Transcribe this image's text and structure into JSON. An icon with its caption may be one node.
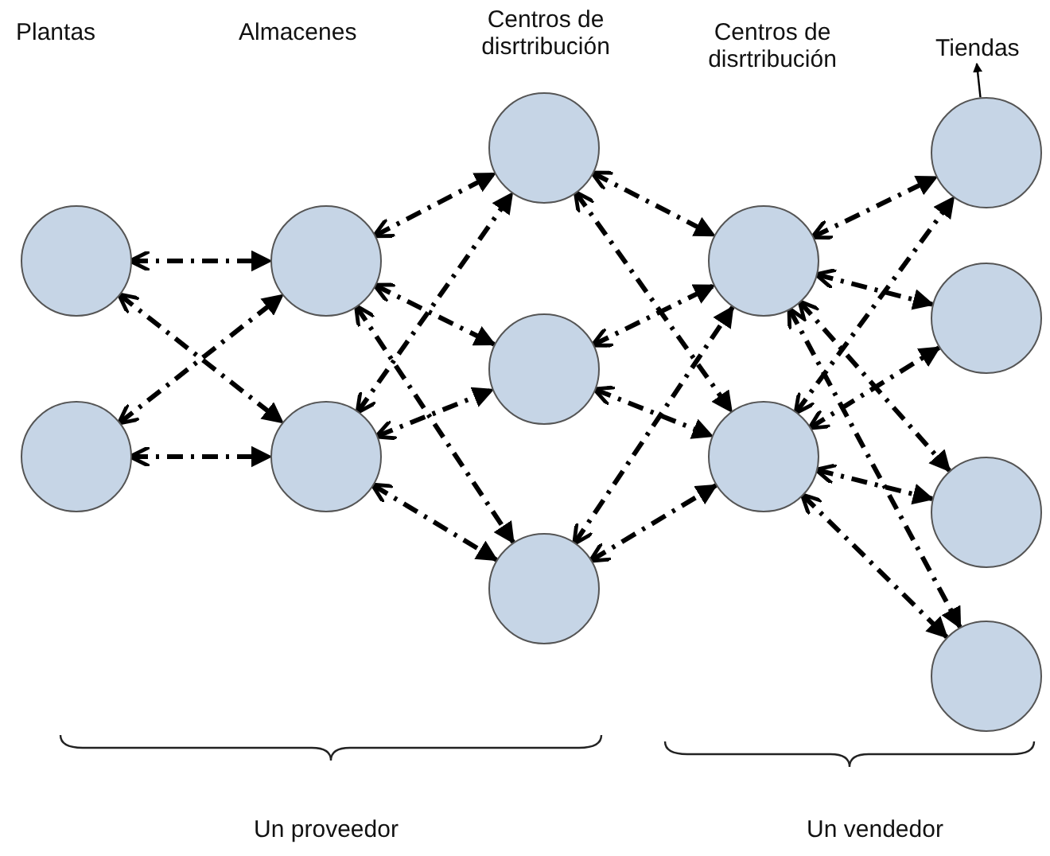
{
  "diagram": {
    "nodes": [
      {
        "text": [],
        "shape": "circle"
      },
      {
        "text": [],
        "shape": "circle"
      },
      {
        "text": [],
        "shape": "circle"
      },
      {
        "text": [],
        "shape": "circle"
      },
      {
        "text": [],
        "shape": "circle"
      },
      {
        "text": [],
        "shape": "circle"
      },
      {
        "text": [],
        "shape": "circle"
      },
      {
        "text": [],
        "shape": "circle"
      },
      {
        "text": [],
        "shape": "circle"
      },
      {
        "text": [],
        "shape": "circle"
      },
      {
        "text": [],
        "shape": "circle"
      },
      {
        "text": [],
        "shape": "circle"
      },
      {
        "text": [],
        "shape": "circle"
      },
      {
        "text": [
          "Tiendas"
        ]
      }
    ],
    "edges": [
      {
        "from": 0,
        "to": 2,
        "arrow": "both",
        "style": "dashed"
      },
      {
        "from": 0,
        "to": 3,
        "arrow": "both",
        "style": "dashed"
      },
      {
        "from": 1,
        "to": 2,
        "arrow": "both",
        "style": "dashed"
      },
      {
        "from": 1,
        "to": 3,
        "arrow": "both",
        "style": "dashed"
      },
      {
        "from": 2,
        "to": 4,
        "arrow": "both",
        "style": "dashed"
      },
      {
        "from": 2,
        "to": 5,
        "arrow": "both",
        "style": "dashed"
      },
      {
        "from": 2,
        "to": 6,
        "arrow": "both",
        "style": "dashed"
      },
      {
        "from": 3,
        "to": 4,
        "arrow": "both",
        "style": "dashed"
      },
      {
        "from": 3,
        "to": 5,
        "arrow": "both",
        "style": "dashed"
      },
      {
        "from": 3,
        "to": 6,
        "arrow": "both",
        "style": "dashed"
      },
      {
        "from": 4,
        "to": 7,
        "arrow": "both",
        "style": "dashed"
      },
      {
        "from": 4,
        "to": 8,
        "arrow": "both",
        "style": "dashed"
      },
      {
        "from": 5,
        "to": 7,
        "arrow": "both",
        "style": "dashed"
      },
      {
        "from": 5,
        "to": 8,
        "arrow": "both",
        "style": "dashed"
      },
      {
        "from": 6,
        "to": 7,
        "arrow": "both",
        "style": "dashed"
      },
      {
        "from": 6,
        "to": 8,
        "arrow": "both",
        "style": "dashed"
      },
      {
        "from": 7,
        "to": 9,
        "arrow": "both",
        "style": "dashed"
      },
      {
        "from": 7,
        "to": 10,
        "arrow": "both",
        "style": "dashed"
      },
      {
        "from": 7,
        "to": 11,
        "arrow": "both",
        "style": "dashed"
      },
      {
        "from": 7,
        "to": 12,
        "arrow": "both",
        "style": "dashed"
      },
      {
        "from": 8,
        "to": 9,
        "arrow": "both",
        "style": "dashed"
      },
      {
        "from": 8,
        "to": 10,
        "arrow": "both",
        "style": "dashed"
      },
      {
        "from": 8,
        "to": 11,
        "arrow": "both",
        "style": "dashed"
      },
      {
        "from": 8,
        "to": 12,
        "arrow": "both",
        "style": "dashed"
      },
      {
        "from": 9,
        "to": 13,
        "arrow": "to"
      }
    ],
    "labels": [
      "Plantas",
      "Almacenes",
      "Centros de disrtribución",
      "Centros de disrtribución",
      "Un proveedor",
      "Un vendedor"
    ]
  }
}
